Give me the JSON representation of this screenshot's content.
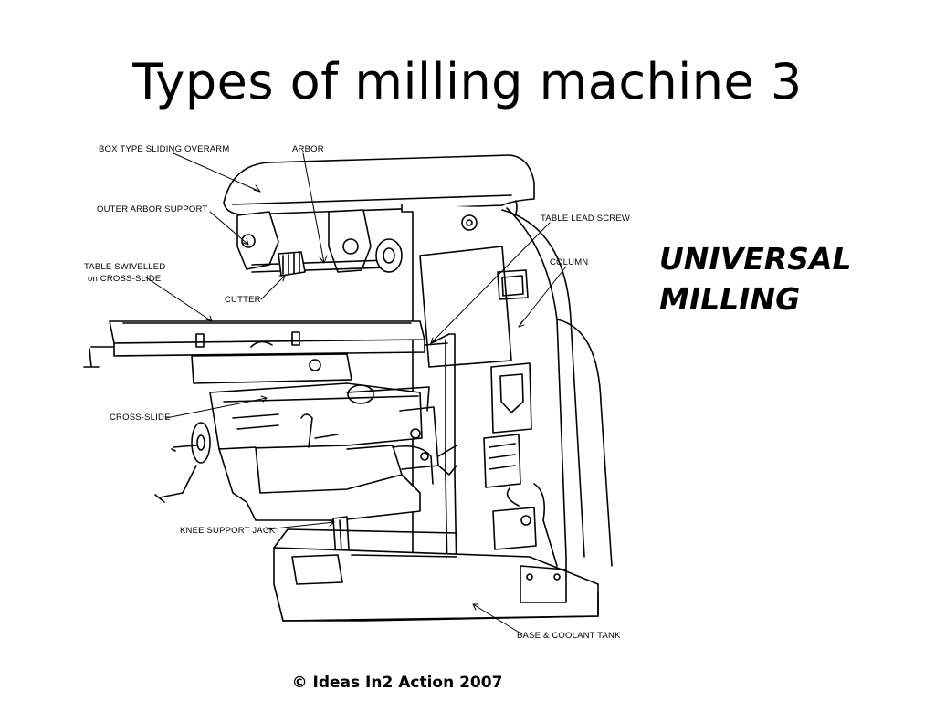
{
  "slide": {
    "title": "Types of milling machine 3",
    "side_heading": [
      "UNIVERSAL",
      "MILLING"
    ],
    "footer": "© Ideas In2 Action 2007"
  },
  "diagram": {
    "labels": {
      "overarm": "BOX TYPE SLIDING OVERARM",
      "arbor": "ARBOR",
      "outer_arbor_support": "OUTER ARBOR SUPPORT",
      "table_lead_screw": "TABLE LEAD SCREW",
      "table_swivelled_1": "TABLE SWIVELLED",
      "table_swivelled_2": "on CROSS-SLIDE",
      "column": "COLUMN",
      "cutter": "CUTTER",
      "cross_slide": "CROSS-SLIDE",
      "knee_support_jack": "KNEE SUPPORT JACK",
      "base_coolant_tank": "BASE & COOLANT TANK"
    }
  }
}
